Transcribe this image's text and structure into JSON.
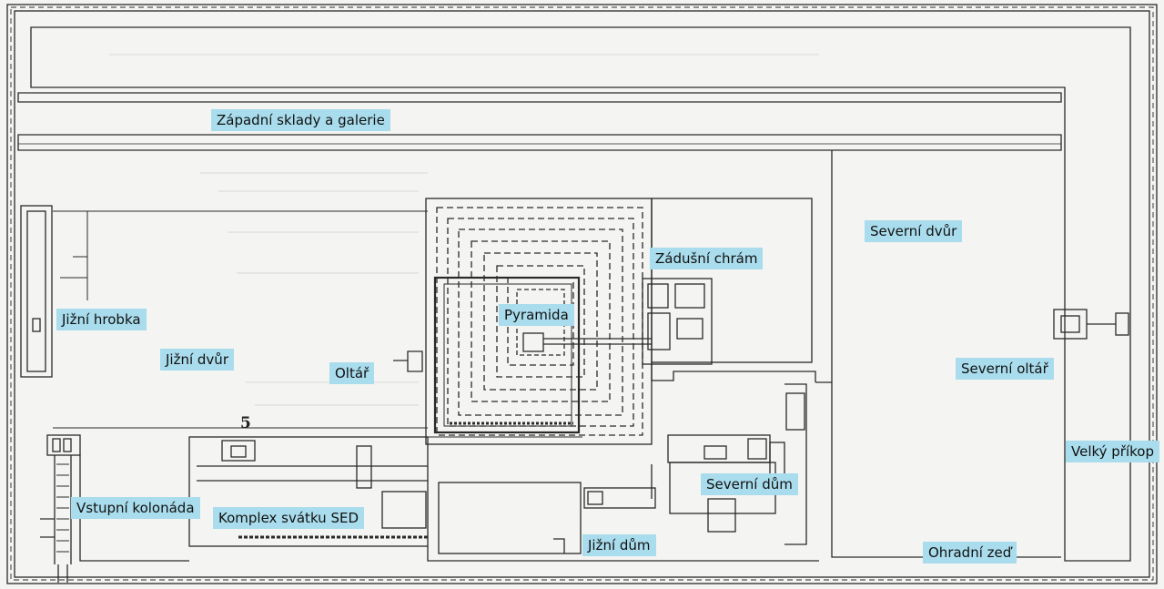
{
  "colors": {
    "background": "#f4f4f2",
    "ink": "#2a2a2a",
    "label_fill": "#a9dcec"
  },
  "plan_numeral": "5",
  "labels": {
    "western_stores": "Západní sklady a galerie",
    "northern_court": "Severní dvůr",
    "mortuary_temple": "Zádušní chrám",
    "southern_tomb": "Jižní hrobka",
    "pyramid": "Pyramida",
    "southern_court": "Jižní dvůr",
    "altar": "Oltář",
    "northern_altar": "Severní oltář",
    "great_trench": "Velký příkop",
    "northern_house": "Severní dům",
    "entrance_colonnade": "Vstupní kolonáda",
    "sed_complex": "Komplex svátku SED",
    "southern_house": "Jižní dům",
    "enclosure_wall": "Ohradní zeď"
  }
}
